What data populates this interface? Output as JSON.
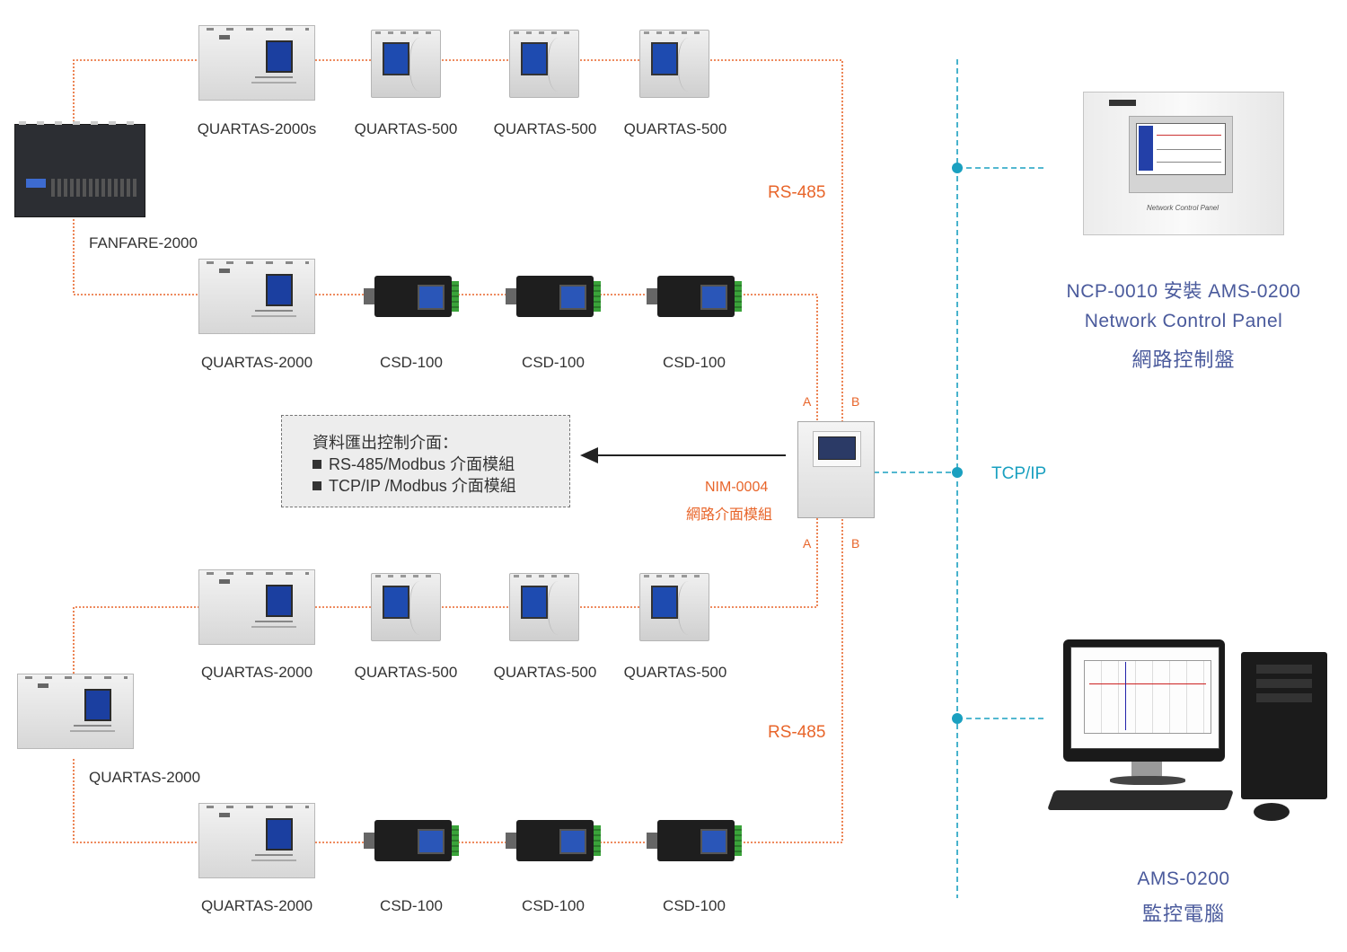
{
  "devices": {
    "fanfare": "FANFARE-2000",
    "row1": [
      "QUARTAS-2000s",
      "QUARTAS-500",
      "QUARTAS-500",
      "QUARTAS-500"
    ],
    "row2": [
      "QUARTAS-2000",
      "CSD-100",
      "CSD-100",
      "CSD-100"
    ],
    "row3": [
      "QUARTAS-2000",
      "QUARTAS-500",
      "QUARTAS-500",
      "QUARTAS-500"
    ],
    "left_q2000": "QUARTAS-2000",
    "row4": [
      "QUARTAS-2000",
      "CSD-100",
      "CSD-100",
      "CSD-100"
    ]
  },
  "bus": {
    "rs485_top": "RS-485",
    "rs485_bottom": "RS-485",
    "a_top": "A",
    "b_top": "B",
    "a_bottom": "A",
    "b_bottom": "B",
    "tcpip": "TCP/IP"
  },
  "nim": {
    "model": "NIM-0004",
    "desc": "網路介面模組"
  },
  "info_box": {
    "title": "資料匯出控制介面：",
    "items": [
      "RS-485/Modbus 介面模組",
      "TCP/IP /Modbus 介面模組"
    ]
  },
  "ncp": {
    "line1": "NCP-0010 安裝 AMS-0200",
    "line2": "Network Control Panel",
    "line3": "網路控制盤",
    "panel_caption": "Network Control Panel"
  },
  "ams": {
    "line1": "AMS-0200",
    "line2": "監控電腦"
  },
  "colors": {
    "rs485": "#e8652a",
    "tcpip": "#1aa0c0",
    "ncp_text": "#4a5a9c"
  }
}
